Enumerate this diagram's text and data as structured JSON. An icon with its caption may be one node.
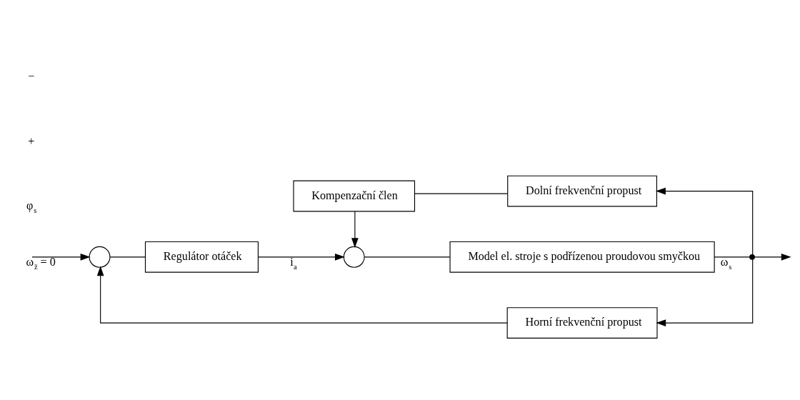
{
  "diagram": {
    "nodes": [
      {
        "text": [
          "Kompenzační člen"
        ]
      },
      {
        "text": [
          "Dolní frekvenční propust"
        ]
      },
      {
        "text": [],
        "shape": "circle"
      },
      {
        "text": [
          "Regulátor otáček"
        ]
      },
      {
        "text": [],
        "shape": "circle"
      },
      {
        "text": [
          "Model el. stroje s podřízenou proudovou smyčkou"
        ]
      },
      {
        "text": [],
        "shape": "dot"
      },
      {
        "text": [
          "Horní frekvenční propust"
        ]
      }
    ],
    "edges": [
      {
        "from": null,
        "to": 2,
        "arrow": "to",
        "label": "ω$_{ž}$ = 0"
      },
      {
        "from": 2,
        "to": 3,
        "arrow": "none"
      },
      {
        "from": 3,
        "to": 4,
        "arrow": "to",
        "label": "i$_{a}$"
      },
      {
        "from": 0,
        "to": 4,
        "arrow": "to"
      },
      {
        "from": 4,
        "to": 5,
        "arrow": "none"
      },
      {
        "from": 5,
        "to": 6,
        "arrow": "none",
        "label": "ω$_{s}$"
      },
      {
        "from": 6,
        "to": null,
        "arrow": "to"
      },
      {
        "from": 6,
        "to": 1,
        "arrow": "to"
      },
      {
        "from": 1,
        "to": 0,
        "arrow": "none"
      },
      {
        "from": 6,
        "to": 7,
        "arrow": "to"
      },
      {
        "from": 7,
        "to": 2,
        "arrow": "to"
      }
    ],
    "labels": [
      "φ$_{s}$",
      "+",
      "−"
    ]
  }
}
